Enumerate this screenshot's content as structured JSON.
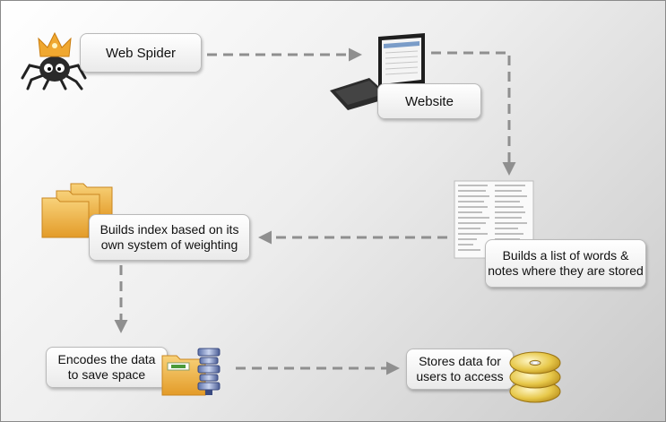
{
  "nodes": {
    "spider": {
      "label": "Web Spider"
    },
    "website": {
      "label": "Website"
    },
    "word_list": {
      "lines": [
        "Builds a list of words &",
        "notes where they are stored"
      ]
    },
    "index": {
      "lines": [
        "Builds index based on its",
        "own system of weighting"
      ]
    },
    "encode": {
      "lines": [
        "Encodes the data",
        "to save space"
      ]
    },
    "store": {
      "lines": [
        "Stores data for",
        "users to access"
      ]
    }
  },
  "icons": {
    "spider": "spider-with-crown-icon",
    "website": "laptop-monitor-icon",
    "word_list": "document-word-list-icon",
    "index": "folders-icon",
    "encode": "compressed-archive-icon",
    "store": "disc-stack-icon"
  },
  "colors": {
    "arrow": "#8f8f8f",
    "folder": "#f2b84b",
    "disc": "#e7c84a"
  }
}
